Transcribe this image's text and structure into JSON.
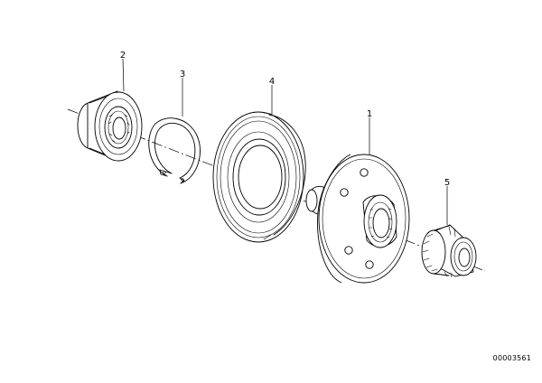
{
  "diagram": {
    "callouts": [
      {
        "label": "2"
      },
      {
        "label": "3"
      },
      {
        "label": "4"
      },
      {
        "label": "1"
      },
      {
        "label": "5"
      }
    ],
    "drawing_number": "00003561"
  }
}
